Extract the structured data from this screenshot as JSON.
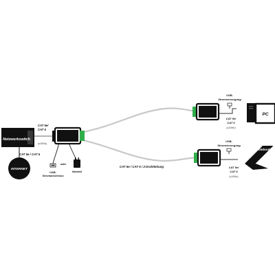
{
  "switch": {
    "label": "Netzwerkswitch"
  },
  "internet": {
    "label": "INTERNET"
  },
  "cable_switch": {
    "label": "CAT 5e / CAT 6"
  },
  "transmitter": {
    "cable_label_line1": "CAT 5e/",
    "cable_label_line2": "CAT 6",
    "distance": "(≤100m)",
    "usb_label_line1": "USB-",
    "usb_label_line2": "Stromanschluss",
    "or_label": "oder",
    "power_label": "Netzteil"
  },
  "main_cable": {
    "label": "CAT 5e / CAT 6 / 2-Drahtleitung"
  },
  "receiver_pc": {
    "usb_label_line1": "USB-",
    "usb_label_line2": "Stromversorgung",
    "cable_label_line1": "CAT 5e/",
    "cable_label_line2": "CAT 6",
    "distance": "(≤100m)",
    "target": "PC"
  },
  "receiver_notebook": {
    "usb_label_line1": "USB-",
    "usb_label_line2": "Stromversorgung",
    "cable_label_line1": "CAT 5e/",
    "cable_label_line2": "CAT 6",
    "distance": "(≤100m)",
    "target": "Notebook"
  },
  "colors": {
    "device_body": "#111111",
    "connector_green": "#2fae4a",
    "cable_gray": "#c8c8c8"
  }
}
